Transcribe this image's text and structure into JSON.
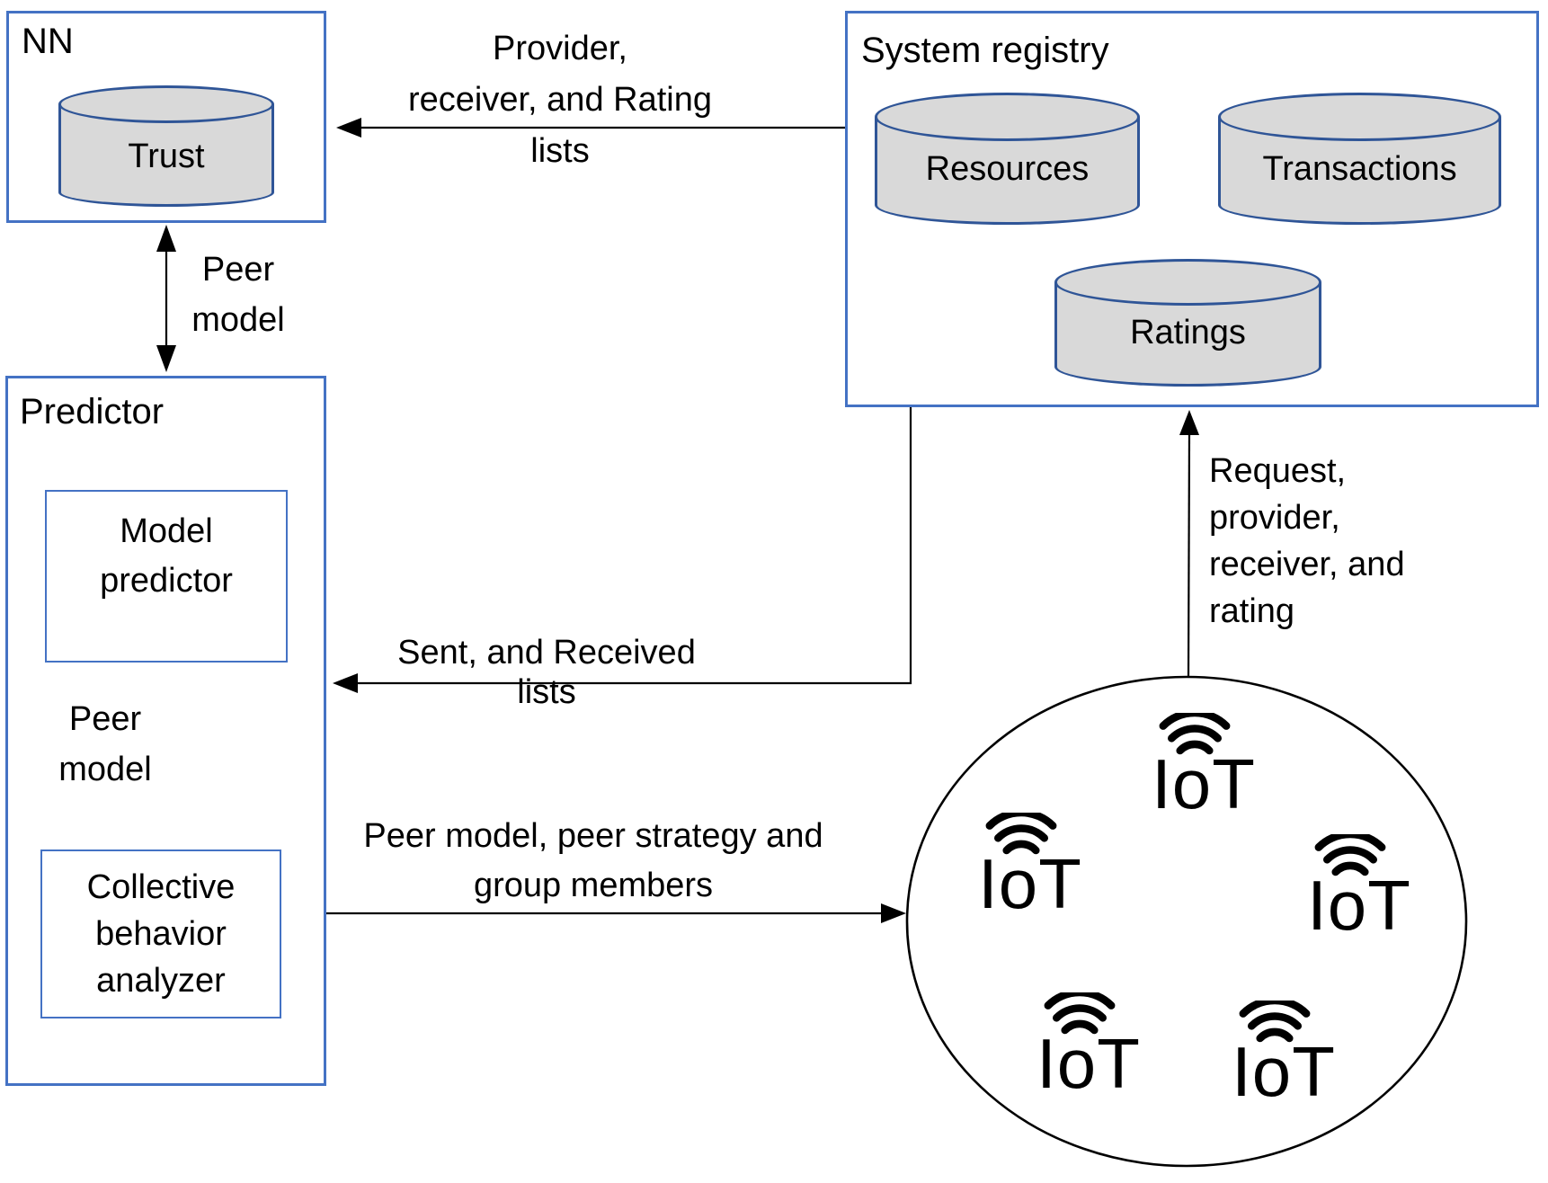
{
  "diagram": {
    "colors": {
      "box_border": "#4472C4",
      "cylinder_fill": "#D9D9D9",
      "cylinder_stroke": "#2F5597",
      "connector": "#000000",
      "text": "#000000"
    },
    "nn": {
      "title": "NN",
      "database": "Trust"
    },
    "system_registry": {
      "title": "System registry",
      "databases": [
        "Resources",
        "Transactions",
        "Ratings"
      ]
    },
    "predictor": {
      "title": "Predictor",
      "model_predictor": "Model\npredictor",
      "collective_behavior_analyzer": "Collective\nbehavior\nanalyzer"
    },
    "iot_group": {
      "device_label": "IoT",
      "device_count": 5
    },
    "edges": {
      "registry_to_nn": "Provider,\nreceiver, and Rating\nlists",
      "nn_predictor": "Peer\nmodel",
      "registry_to_predictor": "Sent, and Received lists",
      "model_to_collective": "Peer\nmodel",
      "predictor_to_iot": "Peer model, peer strategy and\ngroup members",
      "iot_to_registry": "Request,\nprovider,\nreceiver, and\nrating"
    }
  }
}
